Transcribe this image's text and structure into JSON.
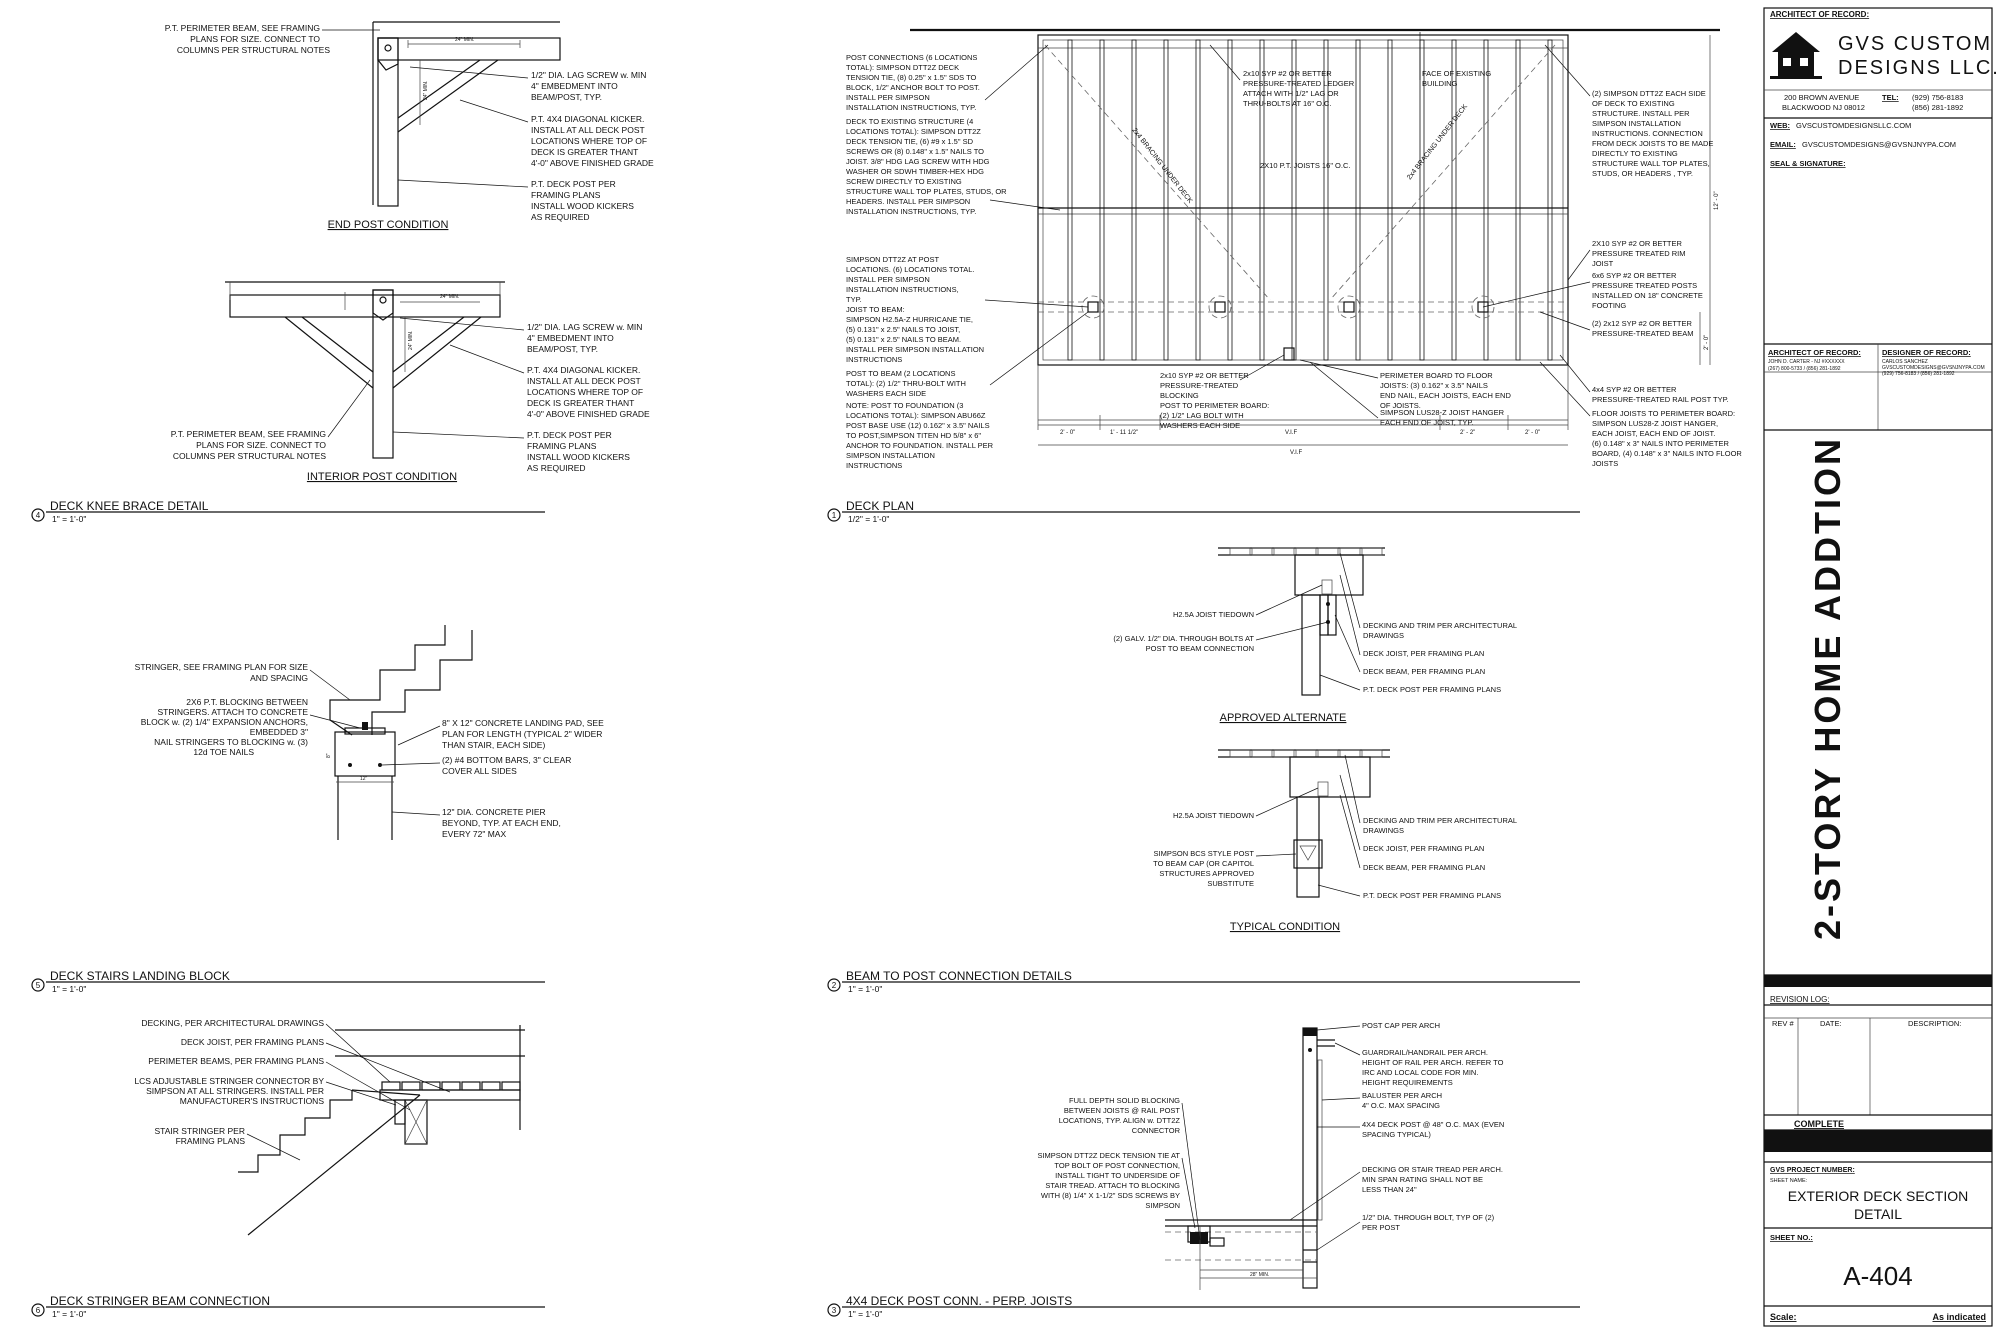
{
  "title_block": {
    "architect_label": "ARCHITECT OF RECORD:",
    "firm_line1": "GVS CUSTOM",
    "firm_line2": "DESIGNS LLC.",
    "addr1": "200 BROWN AVENUE",
    "addr2": "BLACKWOOD NJ 08012",
    "tel_label": "TEL:",
    "tel1": "(929) 756-8183",
    "tel2": "(856) 281-1892",
    "web_label": "WEB:",
    "web": "GVSCUSTOMDESIGNSLLC.COM",
    "email_label": "EMAIL:",
    "email": "GVSCUSTOMDESIGNS@GVSNJNYPA.COM",
    "seal_label": "SEAL & SIGNATURE:",
    "arch_record": "ARCHITECT OF RECORD:",
    "arch_detail1": "JOHN D. CARTER - NJ #XXXXXX",
    "arch_detail2": "(267) 800-5733 / (856) 281-1892",
    "designer_record": "DESIGNER OF RECORD:",
    "designer_detail1": "CARLOS SANCHEZ",
    "designer_detail2": "GVSCUSTOMDESIGNS@GVSNJNYPA.COM",
    "designer_detail3": "(929) 756-8183 / (856) 281-1892",
    "project_title": "2-STORY HOME ADDTION",
    "revision_log": "REVISION LOG:",
    "rev_no": "REV #",
    "rev_date": "DATE:",
    "rev_desc": "DESCRIPTION:",
    "complete": "COMPLETE",
    "project_number": "GVS PROJECT NUMBER:",
    "sheet_name_label": "SHEET NAME:",
    "sheet_name1": "EXTERIOR DECK SECTION",
    "sheet_name2": "DETAIL",
    "sheet_no_label": "SHEET NO.:",
    "sheet_no": "A-404",
    "scale_label": "Scale:",
    "scale_value": "As indicated"
  },
  "views": {
    "v1": {
      "num": "1",
      "title": "DECK PLAN",
      "scale": "1/2\" = 1'-0\""
    },
    "v2": {
      "num": "2",
      "title": "BEAM TO POST CONNECTION DETAILS",
      "scale": "1\" = 1'-0\""
    },
    "v3": {
      "num": "3",
      "title": "4X4 DECK POST CONN. - PERP. JOISTS",
      "scale": "1\" = 1'-0\""
    },
    "v4": {
      "num": "4",
      "title": "DECK KNEE BRACE DETAIL",
      "scale": "1\" = 1'-0\""
    },
    "v5": {
      "num": "5",
      "title": "DECK STAIRS LANDING BLOCK",
      "scale": "1\" = 1'-0\""
    },
    "v6": {
      "num": "6",
      "title": "DECK STRINGER BEAM CONNECTION",
      "scale": "1\" = 1'-0\""
    }
  },
  "knee": {
    "end_title": "END POST CONDITION",
    "int_title": "INTERIOR POST CONDITION",
    "beam_note_l1": "P.T. PERIMETER BEAM, SEE FRAMING",
    "beam_note_l2": "PLANS FOR SIZE. CONNECT TO",
    "beam_note_l3": "COLUMNS PER STRUCTURAL NOTES",
    "lag_l1": "1/2\" DIA. LAG SCREW w. MIN",
    "lag_l2": "4\" EMBEDMENT INTO",
    "lag_l3": "BEAM/POST, TYP.",
    "kick_l1": "P.T. 4X4 DIAGONAL KICKER.",
    "kick_l2": "INSTALL AT ALL DECK POST",
    "kick_l3": "LOCATIONS WHERE TOP OF",
    "kick_l4": "DECK IS GREATER THANT",
    "kick_l5": "4'-0\" ABOVE FINISHED GRADE",
    "post_l1": "P.T. DECK POST PER",
    "post_l2": "FRAMING PLANS",
    "post_l3": "INSTALL WOOD KICKERS",
    "post_l4": "AS REQUIRED",
    "dim": "24\" MIN."
  },
  "plan": {
    "post_conn": [
      "POST CONNECTIONS (6 LOCATIONS",
      "TOTAL): SIMPSON DTT2Z DECK",
      "TENSION TIE, (8) 0.25\" x 1.5\" SDS TO",
      "BLOCK, 1/2\" ANCHOR BOLT TO POST.",
      "INSTALL PER SIMPSON",
      "INSTALLATION INSTRUCTIONS, TYP."
    ],
    "deck_struct": [
      "DECK TO EXISTING STRUCTURE (4",
      "LOCATIONS TOTAL): SIMPSON DTT2Z",
      "DECK TENSION TIE, (6) #9 x 1.5\" SD",
      "SCREWS OR (8) 0.148\" x 1.5\" NAILS TO",
      "JOIST. 3/8\" HDG LAG SCREW WITH HDG",
      "WASHER OR SDWH TIMBER-HEX HDG",
      "SCREW DIRECTLY TO EXISTING",
      "STRUCTURE WALL TOP PLATES, STUDS, OR",
      "HEADERS. INSTALL PER SIMPSON",
      "INSTALLATION INSTRUCTIONS, TYP."
    ],
    "simpson_post": [
      "SIMPSON DTT2Z AT POST",
      "LOCATIONS. (6) LOCATIONS TOTAL.",
      "INSTALL PER SIMPSON",
      "INSTALLATION INSTRUCTIONS,",
      "TYP.",
      "JOIST TO BEAM:",
      "SIMPSON H2.5A-Z HURRICANE TIE,",
      "(5) 0.131\" x 2.5\" NAILS TO JOIST,",
      "(5) 0.131\" x 2.5\" NAILS TO BEAM.",
      "INSTALL PER SIMPSON INSTALLATION",
      "INSTRUCTIONS"
    ],
    "post_beam": [
      "POST TO BEAM (2 LOCATIONS",
      "TOTAL): (2) 1/2\" THRU-BOLT WITH",
      "WASHERS EACH SIDE"
    ],
    "note": [
      "NOTE: POST TO FOUNDATION (3",
      "LOCATIONS TOTAL): SIMPSON ABU66Z",
      "POST BASE USE (12) 0.162\" x 3.5\" NAILS",
      "TO POST,SIMPSON TITEN HD 5/8\" x 6\"",
      "ANCHOR TO FOUNDATION. INSTALL PER",
      "SIMPSON INSTALLATION",
      "INSTRUCTIONS"
    ],
    "ledger": [
      "2x10 SYP #2 OR BETTER",
      "PRESSURE-TREATED LEDGER",
      "ATTACH WITH 1/2\" LAG OR",
      "THRU-BOLTS AT 16\" O.C."
    ],
    "face": [
      "FACE OF EXISTING",
      "BUILDING"
    ],
    "dtt_each": [
      "(2) SIMPSON DTT2Z EACH SIDE",
      "OF DECK TO EXISTING",
      "STRUCTURE. INSTALL PER",
      "SIMPSON INSTALLATION",
      "INSTRUCTIONS. CONNECTION",
      "FROM DECK JOISTS TO BE MADE",
      "DIRECTLY TO EXISTING",
      "STRUCTURE WALL TOP PLATES,",
      "STUDS, OR HEADERS , TYP."
    ],
    "joists": "2X10 P.T. JOISTS 16\" O.C.",
    "brace1": "2x4 BRACING UNDER DECK",
    "brace2": "2x4 BRACING UNDER DECK",
    "rim": [
      "2X10 SYP #2 OR BETTER",
      "PRESSURE TREATED RIM",
      "JOIST"
    ],
    "posts6": [
      "6x6 SYP #2 OR BETTER",
      "PRESSURE TREATED POSTS",
      "INSTALLED ON 18\" CONCRETE",
      "FOOTING"
    ],
    "beam2x12": [
      "(2) 2x12 SYP #2 OR BETTER",
      "PRESSURE-TREATED BEAM"
    ],
    "rail4x4": [
      "4x4 SYP #2 OR BETTER",
      "PRESSURE-TREATED RAIL POST TYP."
    ],
    "floor_joist": [
      "FLOOR JOISTS TO PERIMETER BOARD:",
      "SIMPSON LUS28-Z JOIST HANGER,",
      "EACH JOIST, EACH END OF JOIST.",
      "(6) 0.148\" x 3\" NAILS INTO PERIMETER",
      "BOARD, (4) 0.148\" x 3\" NAILS INTO FLOOR",
      "JOISTS"
    ],
    "blocking": [
      "2x10 SYP #2 OR BETTER",
      "PRESSURE-TREATED",
      "BLOCKING",
      "POST TO PERIMETER BOARD:",
      "(2) 1/2\" LAG BOLT WITH",
      "WASHERS EACH SIDE"
    ],
    "perim": [
      "PERIMETER BOARD TO FLOOR",
      "JOISTS: (3) 0.162\" x 3.5\" NAILS",
      "END NAIL, EACH JOISTS, EACH END",
      "OF JOISTS."
    ],
    "lus": [
      "SIMPSON LUS28-Z JOIST HANGER",
      "EACH END OF JOIST, TYP."
    ],
    "dims": [
      "2' - 0\"",
      "1' - 11 1/2\"",
      "V.I.F",
      "2' - 2\"",
      "2' - 0\""
    ],
    "dim_vif": "V.I.F",
    "dim_right": "12' - 0\"",
    "dim_right2": "2' - 0\""
  },
  "beam_post": {
    "alt_title": "APPROVED ALTERNATE",
    "typ_title": "TYPICAL CONDITION",
    "h25": "H2.5A JOIST TIEDOWN",
    "galv": [
      "(2) GALV. 1/2\" DIA. THROUGH BOLTS AT",
      "POST TO BEAM CONNECTION"
    ],
    "bcs": [
      "SIMPSON BCS STYLE POST",
      "TO BEAM CAP (OR CAPITOL",
      "STRUCTURES APPROVED",
      "SUBSTITUTE"
    ],
    "decking": [
      "DECKING AND TRIM PER ARCHITECTURAL",
      "DRAWINGS"
    ],
    "joist": "DECK JOIST, PER FRAMING PLAN",
    "beam": "DECK BEAM, PER FRAMING PLAN",
    "post": "P.T. DECK POST PER FRAMING PLANS"
  },
  "stairs": {
    "stringer": [
      "STRINGER, SEE FRAMING PLAN FOR SIZE",
      "AND SPACING"
    ],
    "block": [
      "2X6 P.T. BLOCKING BETWEEN",
      "STRINGERS. ATTACH TO CONCRETE",
      "BLOCK w. (2) 1/4\" EXPANSION ANCHORS,",
      "EMBEDDED 3\"",
      "NAIL STRINGERS TO BLOCKING w. (3)",
      "12d TOE NAILS"
    ],
    "pad": [
      "8\" X 12\" CONCRETE LANDING PAD, SEE",
      "PLAN FOR LENGTH (TYPICAL 2\" WIDER",
      "THAN STAIR, EACH SIDE)"
    ],
    "bars": [
      "(2) #4 BOTTOM BARS, 3\" CLEAR",
      "COVER ALL SIDES"
    ],
    "pier": [
      "12\" DIA. CONCRETE PIER",
      "BEYOND, TYP. AT EACH END,",
      "EVERY 72\" MAX"
    ],
    "dim12": "12\"",
    "dim8": "8\""
  },
  "stringer_beam": {
    "decking": "DECKING, PER ARCHITECTURAL DRAWINGS",
    "joist": "DECK JOIST, PER FRAMING PLANS",
    "beams": "PERIMETER BEAMS, PER FRAMING PLANS",
    "lcs": [
      "LCS ADJUSTABLE STRINGER CONNECTOR BY",
      "SIMPSON AT ALL STRINGERS. INSTALL PER",
      "MANUFACTURER'S INSTRUCTIONS"
    ],
    "stringer": [
      "STAIR STRINGER PER",
      "FRAMING PLANS"
    ]
  },
  "post_conn": {
    "cap": "POST CAP PER ARCH",
    "guard": [
      "GUARDRAIL/HANDRAIL PER ARCH.",
      "HEIGHT OF RAIL PER ARCH. REFER TO",
      "IRC AND LOCAL CODE FOR MIN.",
      "HEIGHT REQUIREMENTS"
    ],
    "baluster": [
      "BALUSTER PER ARCH",
      "4\" O.C. MAX SPACING"
    ],
    "post4x4": [
      "4X4 DECK POST @ 48\" O.C. MAX (EVEN",
      "SPACING TYPICAL)"
    ],
    "decking": [
      "DECKING OR STAIR TREAD PER ARCH.",
      "MIN SPAN RATING SHALL NOT BE",
      "LESS THAN 24\""
    ],
    "bolt": [
      "1/2\" DIA. THROUGH BOLT, TYP OF (2)",
      "PER POST"
    ],
    "blocking": [
      "FULL DEPTH SOLID BLOCKING",
      "BETWEEN JOISTS @ RAIL POST",
      "LOCATIONS, TYP. ALIGN w. DTT2Z",
      "CONNECTOR"
    ],
    "dtt": [
      "SIMPSON DTT2Z DECK TENSION TIE AT",
      "TOP BOLT OF POST CONNECTION,",
      "INSTALL TIGHT TO UNDERSIDE OF",
      "STAIR TREAD. ATTACH TO BLOCKING",
      "WITH (8) 1/4\" X 1-1/2\" SDS SCREWS BY",
      "SIMPSON"
    ],
    "dim": "28\" MIN."
  }
}
